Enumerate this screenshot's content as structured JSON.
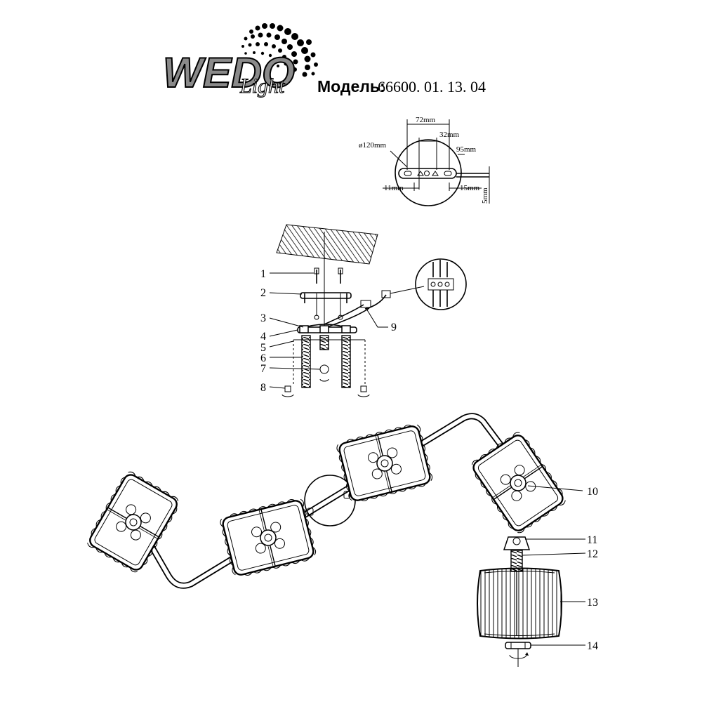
{
  "header": {
    "logo_main": "WEDO",
    "logo_script": "Light",
    "model_label": "Модель:",
    "model_number": "66600. 01. 13. 04"
  },
  "mount_detail": {
    "dim_72": "72mm",
    "dim_32": "32mm",
    "dim_diameter": "ø120mm",
    "dim_95": "95mm",
    "dim_11": "11mm",
    "dim_15": "15mm",
    "dim_5": "5mm"
  },
  "callouts": {
    "c1": "1",
    "c2": "2",
    "c3": "3",
    "c4": "4",
    "c5": "5",
    "c6": "6",
    "c7": "7",
    "c8": "8",
    "c9": "9",
    "c10": "10",
    "c11": "11",
    "c12": "12",
    "c13": "13",
    "c14": "14"
  },
  "colors": {
    "line": "#000000",
    "background": "#ffffff"
  }
}
